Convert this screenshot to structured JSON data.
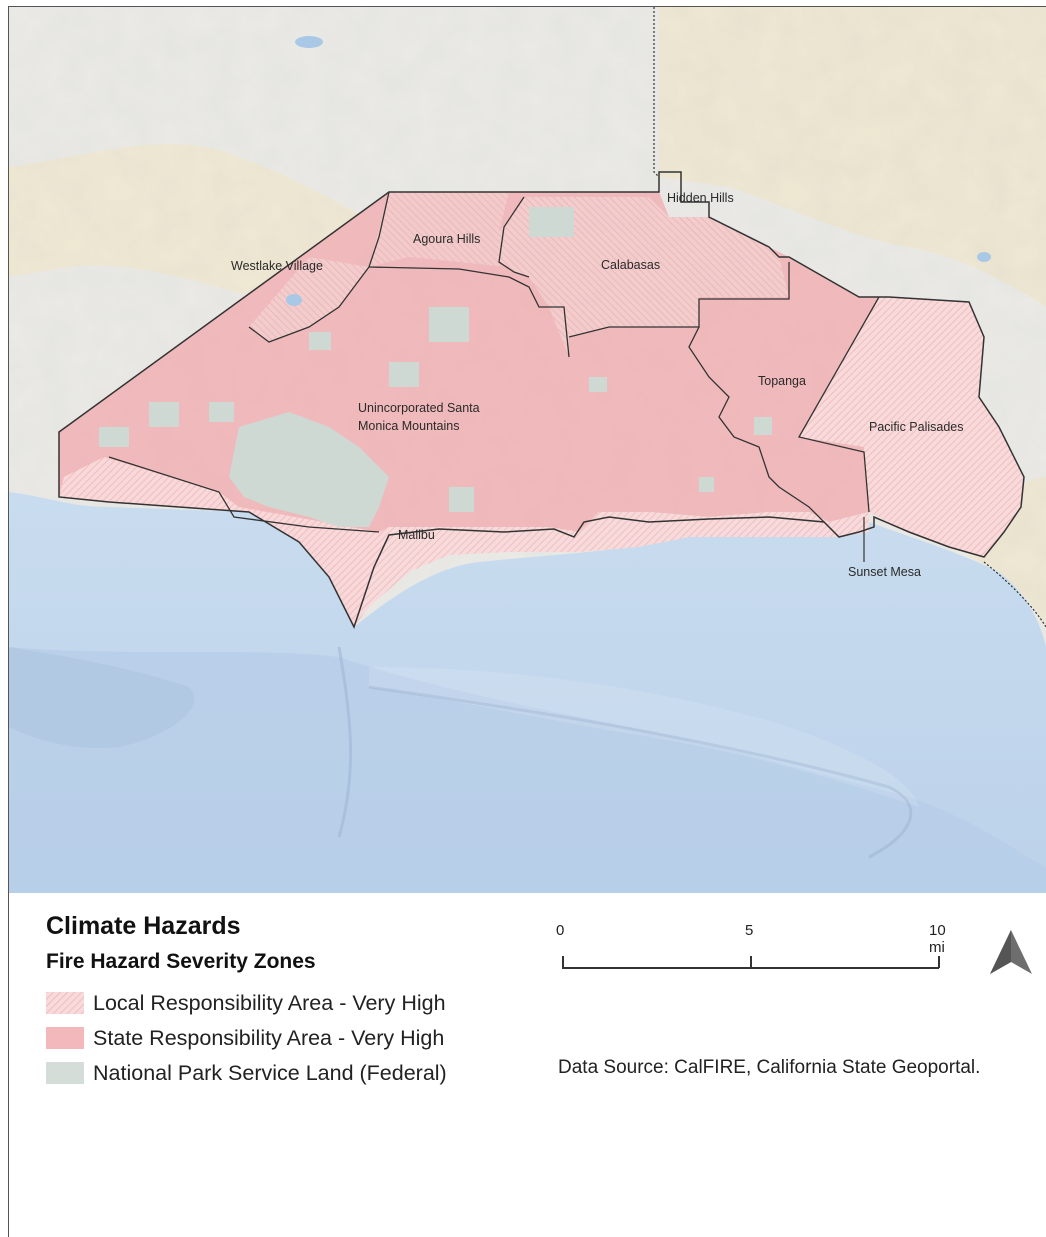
{
  "map": {
    "places": [
      {
        "id": "hidden-hills",
        "label": "Hidden Hills"
      },
      {
        "id": "agoura-hills",
        "label": "Agoura Hills"
      },
      {
        "id": "calabasas",
        "label": "Calabasas"
      },
      {
        "id": "westlake-village",
        "label": "Westlake Village"
      },
      {
        "id": "topanga",
        "label": "Topanga"
      },
      {
        "id": "unincorporated-1",
        "label": "Unincorporated Santa"
      },
      {
        "id": "unincorporated-2",
        "label": "Monica Mountains"
      },
      {
        "id": "pacific-palisades",
        "label": "Pacific Palisades"
      },
      {
        "id": "malibu",
        "label": "Malibu"
      },
      {
        "id": "sunset-mesa",
        "label": "Sunset Mesa"
      }
    ],
    "colors": {
      "land": "#ededea",
      "urban": "#f1ead6",
      "ocean": "#c4d9ee",
      "deep_ocean": "#b9d0ea",
      "sra": "#f2b6b9",
      "lra": "#f7d6d6",
      "nps": "#d3dcd6",
      "boundary": "#333333"
    }
  },
  "legend": {
    "title": "Climate Hazards",
    "subtitle": "Fire Hazard Severity Zones",
    "items": [
      {
        "label": "Local Responsibility Area - Very High",
        "color": "#f6d2d3",
        "pattern": "hatch"
      },
      {
        "label": "State Responsibility Area - Very High",
        "color": "#f2b8bb",
        "pattern": "solid"
      },
      {
        "label": "National Park Service Land (Federal)",
        "color": "#d5ddd8",
        "pattern": "solid"
      }
    ]
  },
  "scale_bar": {
    "labels": [
      "0",
      "5",
      "10 mi"
    ]
  },
  "north_arrow": {
    "icon": "north-arrow-icon"
  },
  "source": {
    "text": "Data Source: CalFIRE, California State Geoportal."
  }
}
